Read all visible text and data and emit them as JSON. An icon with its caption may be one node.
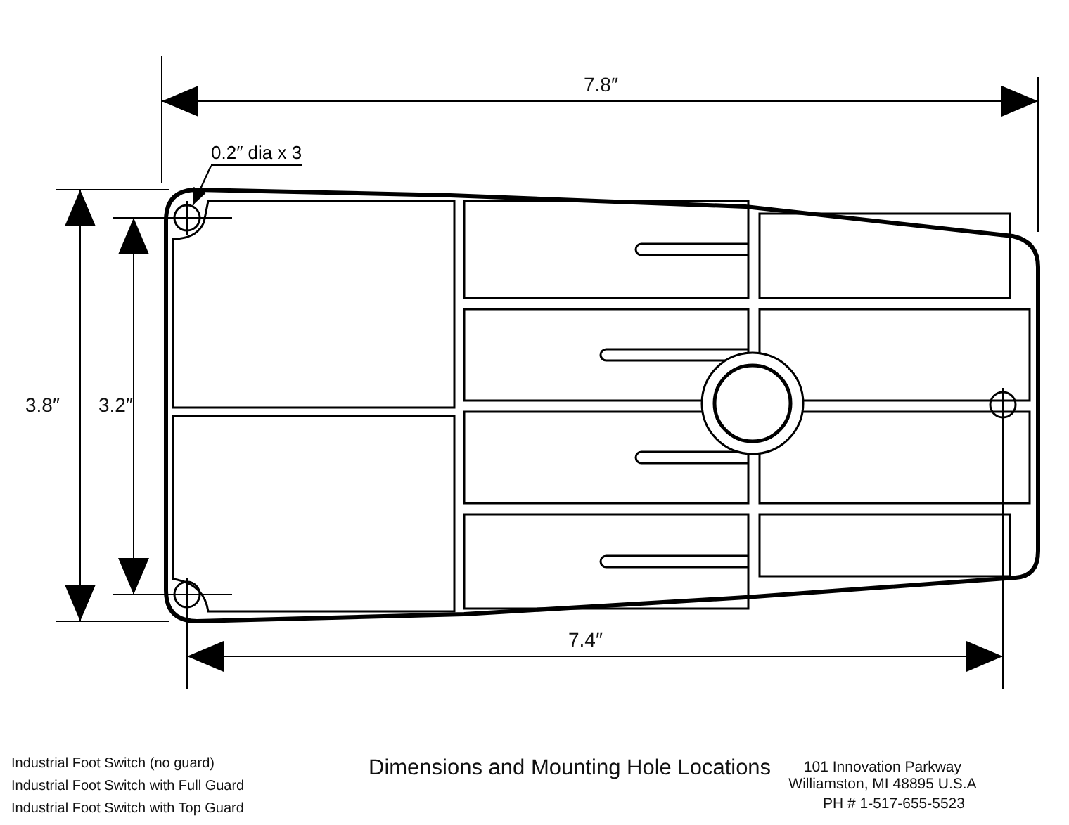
{
  "diagram": {
    "title": "Dimensions and Mounting Hole Locations",
    "nodes": [
      {
        "text": [
          "0.2″ dia x 3"
        ]
      },
      {
        "text": [],
        "shape": "circle"
      }
    ],
    "edges": [
      {
        "from": 0,
        "to": 1,
        "arrow": "to"
      }
    ],
    "labels": [
      "7.8″",
      "3.8″",
      "3.2″",
      "7.4″",
      "Industrial Foot Switch (no guard)",
      "Industrial Foot Switch with Full Guard",
      "Industrial Foot Switch with Top Guard",
      "101 Innovation Parkway Williamston, MI 48895 U.S.A",
      "PH # 1-517-655-5523"
    ]
  }
}
